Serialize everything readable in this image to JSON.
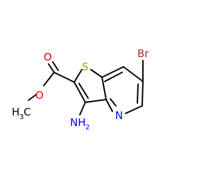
{
  "molecule": {
    "atoms": {
      "sulfur": "S",
      "carbonyl_oxygen": "O",
      "ester_oxygen": "O",
      "methyl": "H",
      "methyl_sub": "3",
      "methyl_c": "C",
      "amine_n": "NH",
      "amine_sub": "2",
      "pyridine_n": "N",
      "bromine": "Br"
    },
    "colors": {
      "carbon_bond": "#000000",
      "sulfur": "#b59a00",
      "oxygen": "#ff0000",
      "nitrogen": "#0000ff",
      "bromine": "#a52a2a"
    }
  }
}
